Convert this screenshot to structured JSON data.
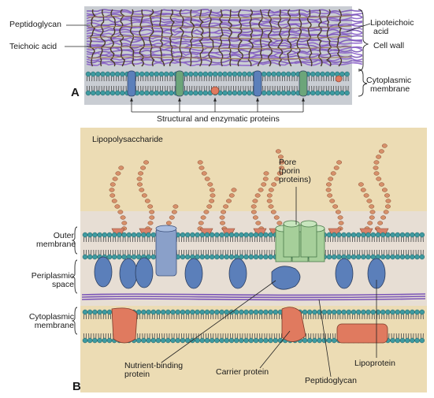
{
  "panel_a": {
    "letter": "A",
    "peptidoglycan": "Peptidoglycan",
    "teichoic_acid": "Teichoic acid",
    "lipoteichoic_line1": "Lipoteichoic",
    "lipoteichoic_line2": "acid",
    "cell_wall": "Cell wall",
    "cytoplasmic_line1": "Cytoplasmic",
    "cytoplasmic_line2": "membrane",
    "proteins": "Structural and enzymatic proteins"
  },
  "panel_b": {
    "letter": "B",
    "lipopolysaccharide": "Lipopolysaccharide",
    "pore_line1": "Pore",
    "pore_line2": "(porin",
    "pore_line3": "proteins)",
    "outer_line1": "Outer",
    "outer_line2": "membrane",
    "periplasmic_line1": "Periplasmic",
    "periplasmic_line2": "space",
    "cytoplasmic_line1": "Cytoplasmic",
    "cytoplasmic_line2": "membrane",
    "nutrient_line1": "Nutrient-binding",
    "nutrient_line2": "protein",
    "carrier": "Carrier protein",
    "peptidoglycan": "Peptidoglycan",
    "lipoprotein": "Lipoprotein"
  },
  "colors": {
    "panel_a_bg": "#c9cdd3",
    "panel_b_bg": "#ecdcb4",
    "peptidoglycan": "#7a55b8",
    "teichoic": "#4a3a2a",
    "head": "#3e9aa0",
    "membrane_protein": "#5b7fba",
    "porin": "#a6cf9a",
    "carrier": "#e07a5f",
    "lps_bead": "#d6906a"
  }
}
